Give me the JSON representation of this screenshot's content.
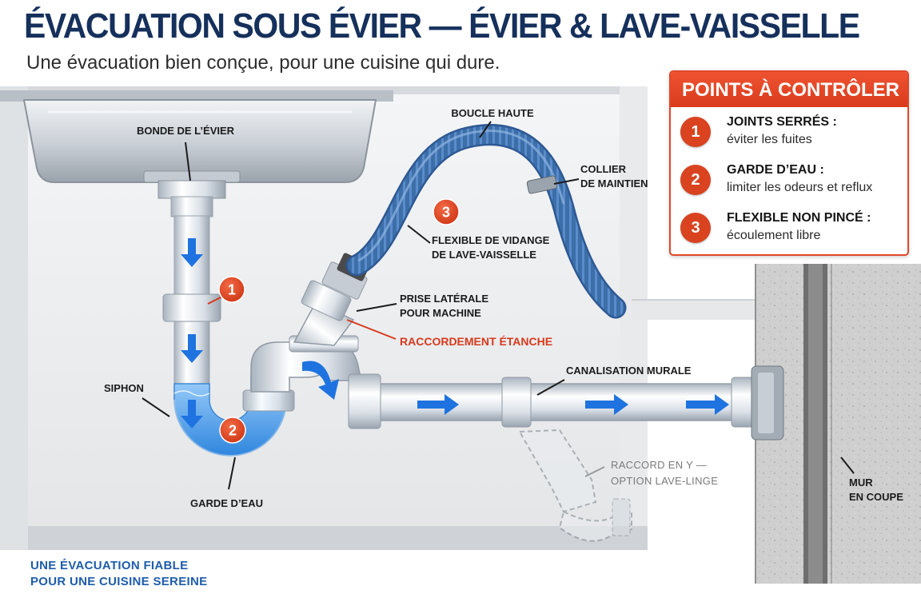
{
  "header": {
    "title": "ÉVACUATION SOUS ÉVIER — ÉVIER & LAVE-VAISSELLE",
    "subtitle": "Une évacuation bien conçue, pour une cuisine qui dure."
  },
  "labels": {
    "sink_drain": "BONDE DE L’ÉVIER",
    "high_loop": "BOUCLE HAUTE",
    "clamp_line1": "COLLIER",
    "clamp_line2": "DE MAINTIEN",
    "dishwasher_hose_line1": "FLEXIBLE DE VIDANGE",
    "dishwasher_hose_line2": "DE LAVE-VAISSELLE",
    "side_inlet_line1": "PRISE LATÉRALE",
    "side_inlet_line2": "POUR MACHINE",
    "sealed_connection": "RACCORDEMENT ÉTANCHE",
    "wall_pipe": "CANALISATION MURALE",
    "siphon": "SIPHON",
    "water_seal": "GARDE D’EAU",
    "y_fitting_line1": "RACCORD EN Y —",
    "y_fitting_line2": "OPTION LAVE-LINGE",
    "wall_line1": "MUR",
    "wall_line2": "EN COUPE"
  },
  "markers": [
    "1",
    "2",
    "3"
  ],
  "checklist": {
    "title": "POINTS À CONTRÔLER",
    "items": [
      {
        "number": "1",
        "title": "JOINTS SERRÉS :",
        "text": "éviter les fuites"
      },
      {
        "number": "2",
        "title": "GARDE D’EAU :",
        "text": "limiter les odeurs et reflux"
      },
      {
        "number": "3",
        "title": "FLEXIBLE NON PINCÉ :",
        "text": "écoulement libre"
      }
    ]
  },
  "footer": {
    "line1": "UNE ÉVACUATION FIABLE",
    "line2": "POUR UNE CUISINE SEREINE"
  },
  "colors": {
    "title": "#16305c",
    "accent": "#e0482a",
    "water": "#4a9ae6",
    "hose": "#3c6ea8",
    "tagline": "#1d5cab"
  }
}
